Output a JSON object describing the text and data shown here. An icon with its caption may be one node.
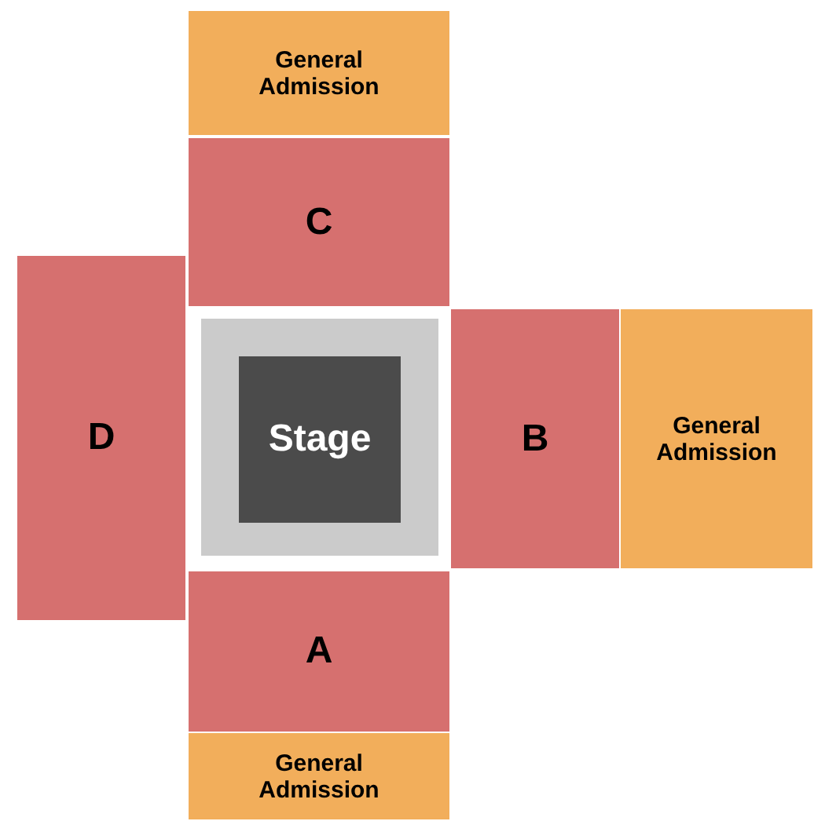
{
  "diagram": {
    "nodes": [
      {
        "text": [
          "General Admission"
        ]
      },
      {
        "text": [
          "C"
        ]
      },
      {
        "text": [
          "D"
        ]
      },
      {
        "text": [],
        "shape": "box"
      },
      {
        "text": [
          "Stage"
        ],
        "in": 3
      },
      {
        "text": [
          "B"
        ]
      },
      {
        "text": [
          "General Admission"
        ]
      },
      {
        "text": [
          "A"
        ]
      },
      {
        "text": [
          "General Admission"
        ]
      }
    ]
  }
}
